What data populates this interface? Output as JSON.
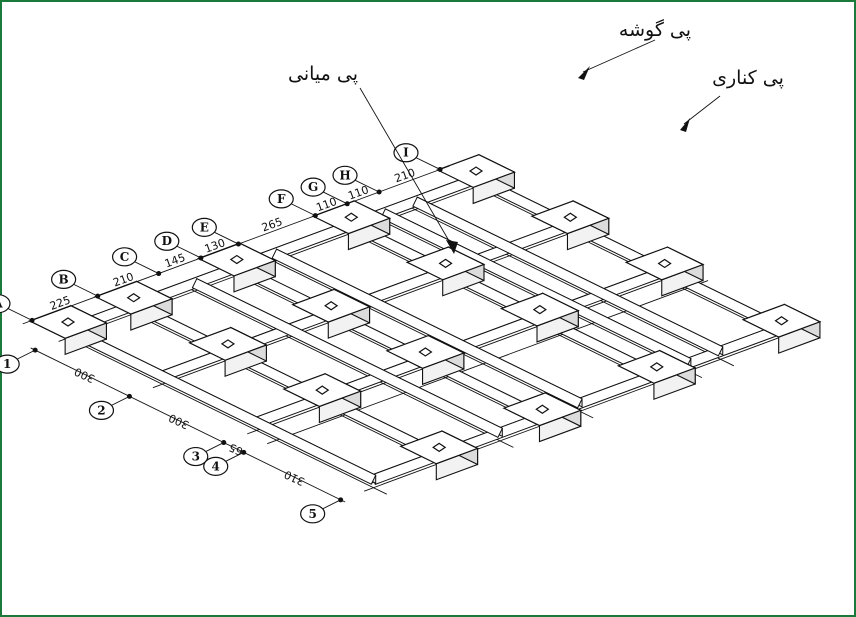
{
  "labels": {
    "corner": "پی گوشه",
    "edge": "پی کناری",
    "middle": "پی میانی"
  },
  "axes_letters": [
    "A",
    "B",
    "C",
    "D",
    "E",
    "F",
    "G",
    "H",
    "I"
  ],
  "axes_numbers": [
    "1",
    "2",
    "3",
    "4",
    "5"
  ],
  "dims_letters": [
    "225",
    "210",
    "145",
    "130",
    "265",
    "110",
    "110",
    "210"
  ],
  "dims_numbers": [
    "300",
    "300",
    "65",
    "310"
  ],
  "colors": {
    "frame": "#1a7a3a"
  }
}
